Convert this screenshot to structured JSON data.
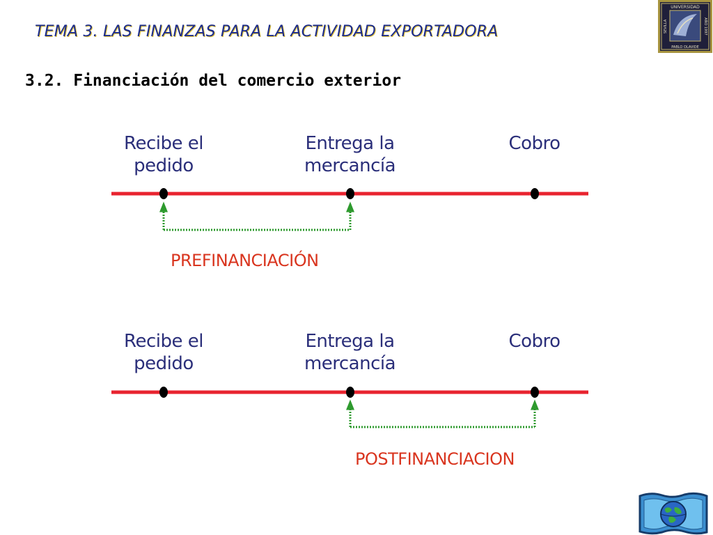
{
  "header": {
    "title": "TEMA 3. LAS FINANZAS PARA LA ACTIVIDAD EXPORTADORA",
    "subtitle": "3.2. Financiación del comercio exterior"
  },
  "logo": {
    "top_text": "UNIVERSIDAD",
    "bottom_text": "PABLO OLAVIDE",
    "left_text": "SEVILLA",
    "right_text": "AÑO 1997"
  },
  "timelines": [
    {
      "events": [
        {
          "line1": "Recibe el",
          "line2": "pedido"
        },
        {
          "line1": "Entrega la",
          "line2": "mercancía"
        },
        {
          "line1": "",
          "line2": "Cobro"
        }
      ],
      "financing_label": "PREFINANCIACIÓN"
    },
    {
      "events": [
        {
          "line1": "Recibe el",
          "line2": "pedido"
        },
        {
          "line1": "Entrega la",
          "line2": "mercancía"
        },
        {
          "line1": "",
          "line2": "Cobro"
        }
      ],
      "financing_label": "POSTFINANCIACION"
    }
  ],
  "colors": {
    "title": "#1c2c8c",
    "timeline": "#e8232f",
    "arrow": "#2e9a2e",
    "financing": "#d9351f",
    "event_label": "#2b2f7a"
  },
  "icons": [
    "university-seal-icon",
    "globe-icon"
  ]
}
